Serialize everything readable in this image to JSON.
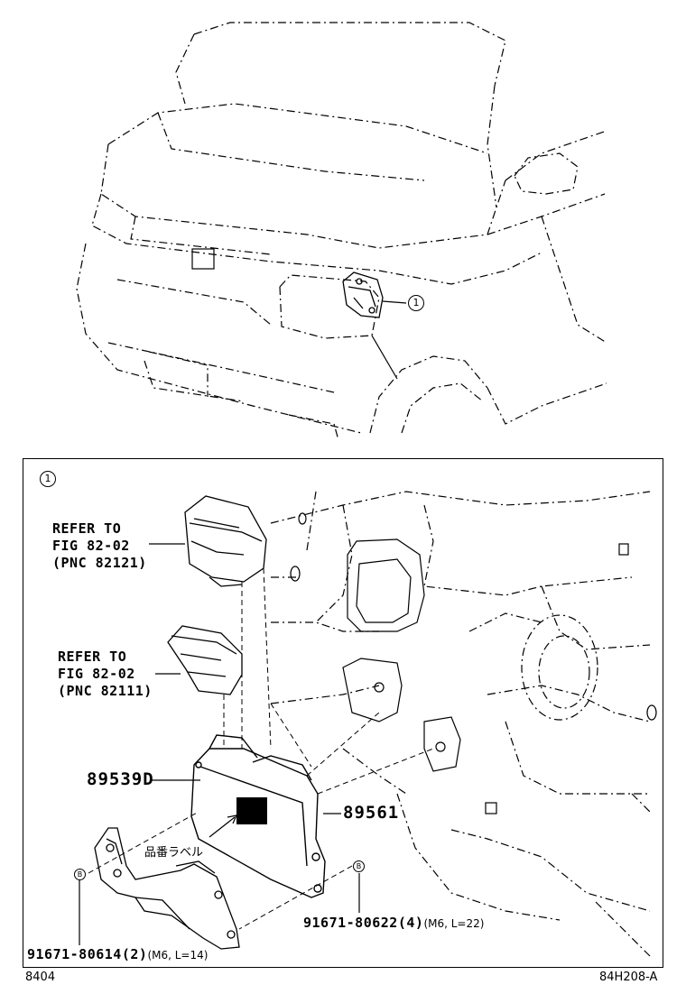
{
  "callout_number": "1",
  "detail_marker": "1",
  "refer_upper": {
    "line1": "REFER TO",
    "line2": "FIG 82-02",
    "line3": "(PNC 82121)"
  },
  "refer_lower": {
    "line1": "REFER TO",
    "line2": "FIG 82-02",
    "line3": "(PNC 82111)"
  },
  "part_bracket": "89539D",
  "part_ecu": "89561",
  "ecu_label_text": "品番ラベル",
  "bolt_left": {
    "part": "91671-80614",
    "qty": "(2)",
    "spec": "(M6, L=14)",
    "marker": "B"
  },
  "bolt_right": {
    "part": "91671-80622",
    "qty": "(4)",
    "spec": "(M6, L=22)",
    "marker": "B"
  },
  "footer_left": "8404",
  "footer_right": "84H208-A"
}
